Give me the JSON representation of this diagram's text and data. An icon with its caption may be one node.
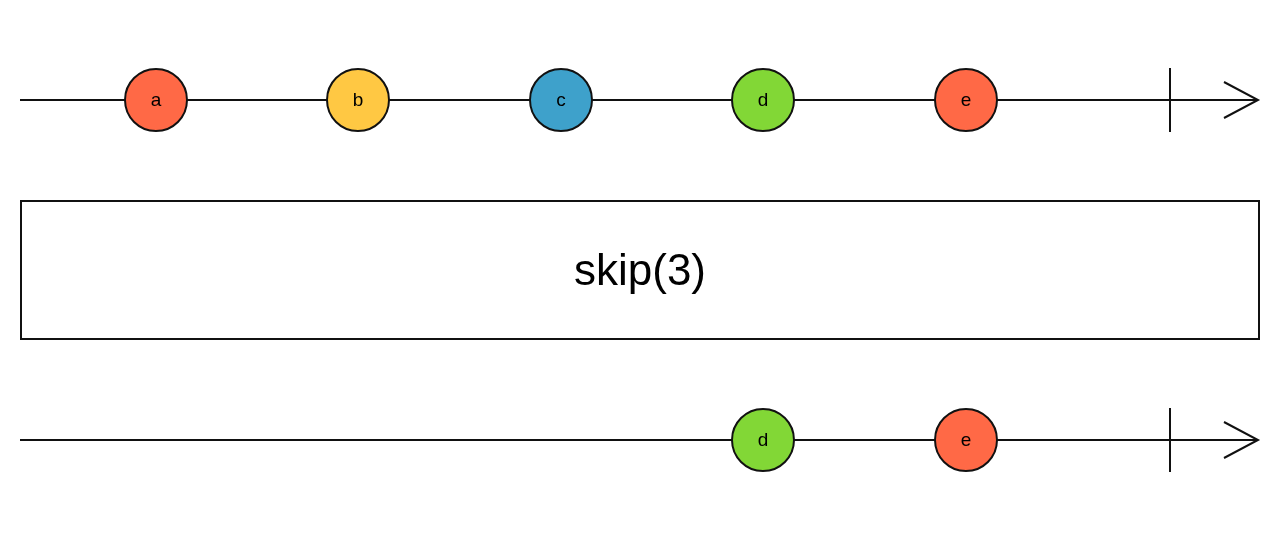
{
  "diagram": {
    "nodes": [
      {
        "text": [
          "a"
        ]
      },
      {
        "text": [
          "b"
        ]
      },
      {
        "text": [
          "c"
        ]
      },
      {
        "text": [
          "d"
        ]
      },
      {
        "text": [
          "e"
        ]
      },
      {
        "text": [
          "skip(3)"
        ]
      },
      {
        "text": [
          "d"
        ]
      },
      {
        "text": [
          "e"
        ]
      }
    ]
  }
}
